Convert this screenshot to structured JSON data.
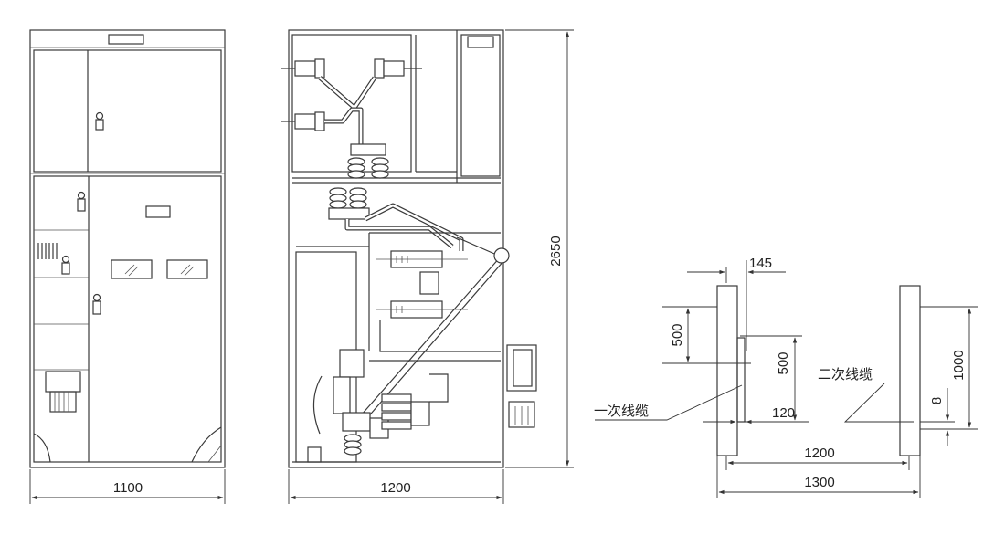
{
  "front_view": {
    "width_label": "1100"
  },
  "side_view": {
    "width_label": "1200",
    "height_label": "2650"
  },
  "cable_plan": {
    "dim_145": "145",
    "dim_500_left": "500",
    "dim_500_inner": "500",
    "dim_1000": "1000",
    "dim_8": "8",
    "dim_120": "120",
    "dim_1200": "1200",
    "dim_1300": "1300",
    "primary_cable_label": "一次线缆",
    "secondary_cable_label": "二次线缆"
  }
}
